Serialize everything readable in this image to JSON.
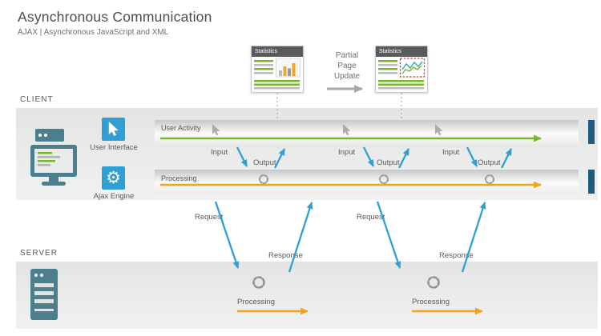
{
  "header": {
    "title": "Asynchronous Communication",
    "subtitle": "AJAX | Asynchronous JavaScript and XML"
  },
  "client": {
    "section_label": "CLIENT",
    "user_interface_label": "User Interface",
    "user_activity_label": "User Activity",
    "ajax_engine_label": "Ajax Engine",
    "processing_label": "Processing"
  },
  "server": {
    "section_label": "SERVER",
    "processing_label": "Processing"
  },
  "stats": {
    "window_title": "Statistics",
    "partial_update_label": "Partial Page Update"
  },
  "flow": {
    "input_label": "Input",
    "output_label": "Output",
    "request_label": "Request",
    "response_label": "Response"
  },
  "icons": {
    "user_interface": "cursor-icon",
    "ajax_engine": "gear-icon",
    "client_device": "computer-icon",
    "server_device": "server-icon",
    "activity_marker": "cursor-icon",
    "processing_marker": "spinner-icon"
  },
  "colors": {
    "blue": "#2f9fd6",
    "green": "#76b82a",
    "orange": "#f5a21b",
    "teal": "#4b7f8d",
    "dark-cap": "#1d5c80",
    "band": "#e8e9e9",
    "text": "#58595b",
    "muted": "#6d6e70",
    "gray-icon": "#a9abad"
  }
}
